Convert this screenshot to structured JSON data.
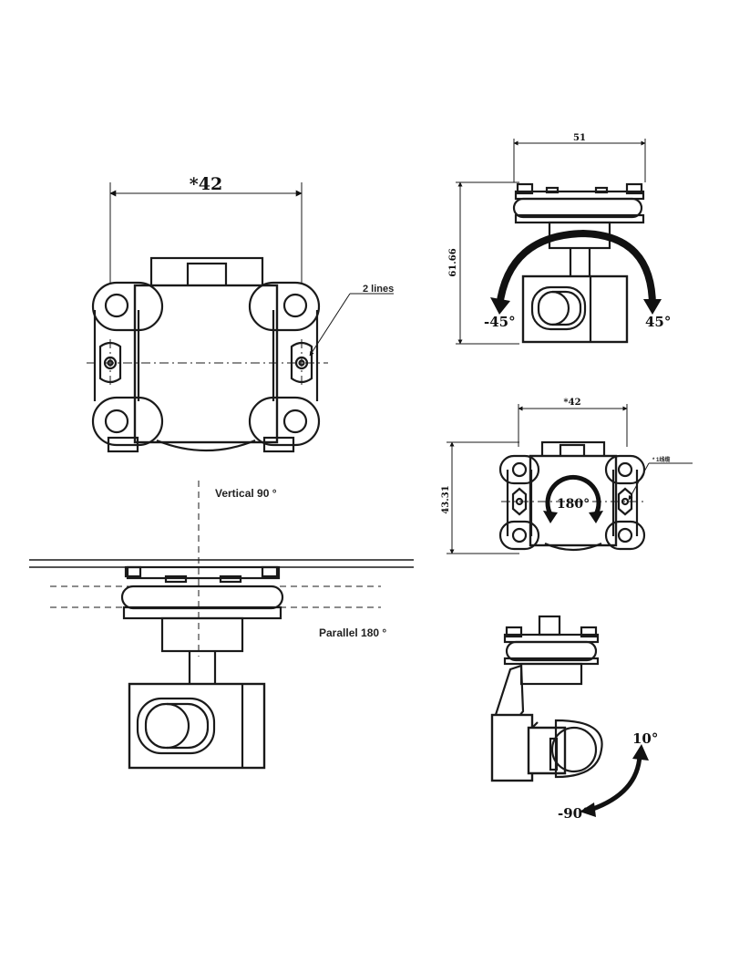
{
  "labels": {
    "top_width": "*42",
    "two_lines": "2 lines",
    "vertical": "Vertical 90 °",
    "parallel": "Parallel 180 °",
    "side_width": "51",
    "side_height": "61.66",
    "pan_left": "-45°",
    "pan_right": "45°",
    "front_width": "*42",
    "front_height": "43.31",
    "front_note": "* 1线缆",
    "rotate": "180°",
    "tilt_up": "10°",
    "tilt_down": "-90°"
  }
}
